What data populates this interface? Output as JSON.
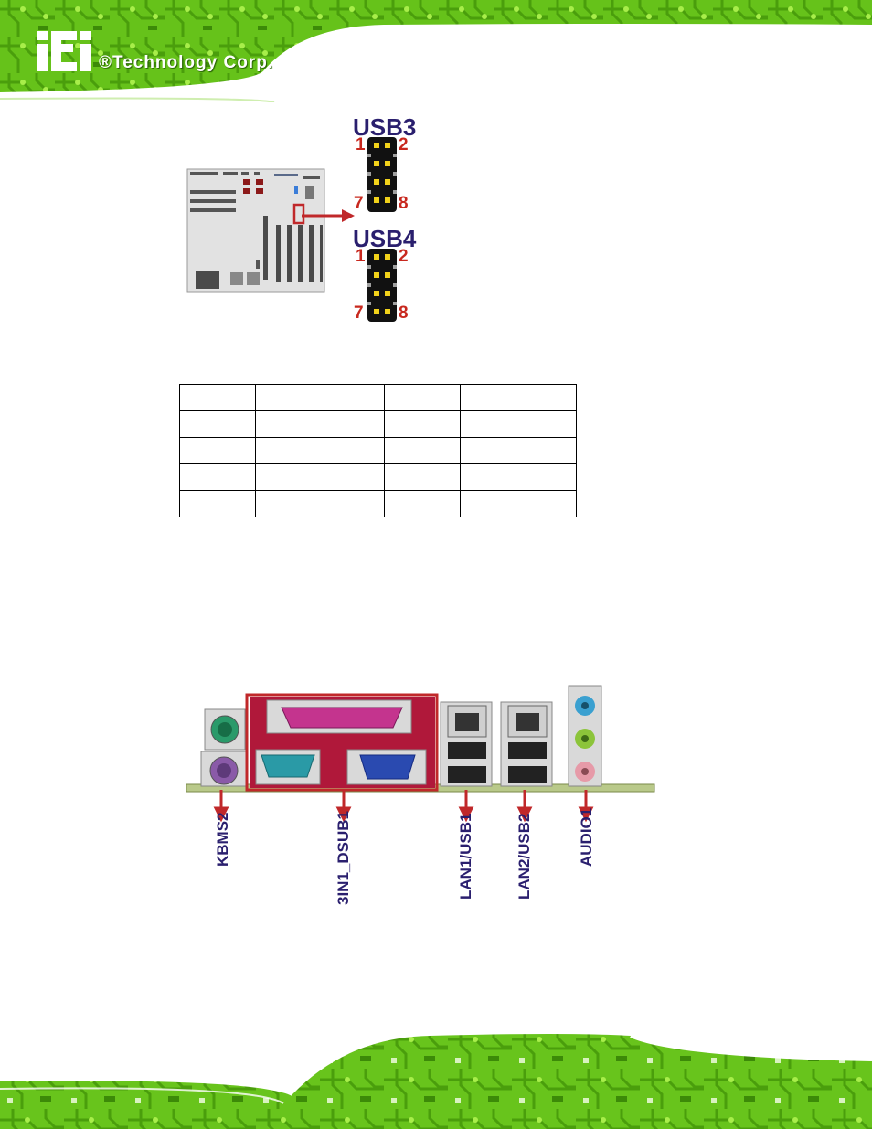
{
  "header": {
    "company": "®Technology Corp."
  },
  "usb3": {
    "title": "USB3",
    "pin_tl": "1",
    "pin_tr": "2",
    "pin_bl": "7",
    "pin_br": "8"
  },
  "usb4": {
    "title": "USB4",
    "pin_tl": "1",
    "pin_tr": "2",
    "pin_bl": "7",
    "pin_br": "8"
  },
  "table": {
    "rows": 5,
    "cols": 4
  },
  "rear_panel": {
    "labels": [
      "KBMS2",
      "3IN1_DSUB1",
      "LAN1/USB1",
      "LAN2/USB2",
      "AUDIO1"
    ]
  },
  "colors": {
    "pcb_green": "#7ed321",
    "title_blue": "#2a1f6e",
    "pin_red": "#c8281e",
    "highlight_red": "#c0282a",
    "pin_yellow": "#f2d21a"
  }
}
